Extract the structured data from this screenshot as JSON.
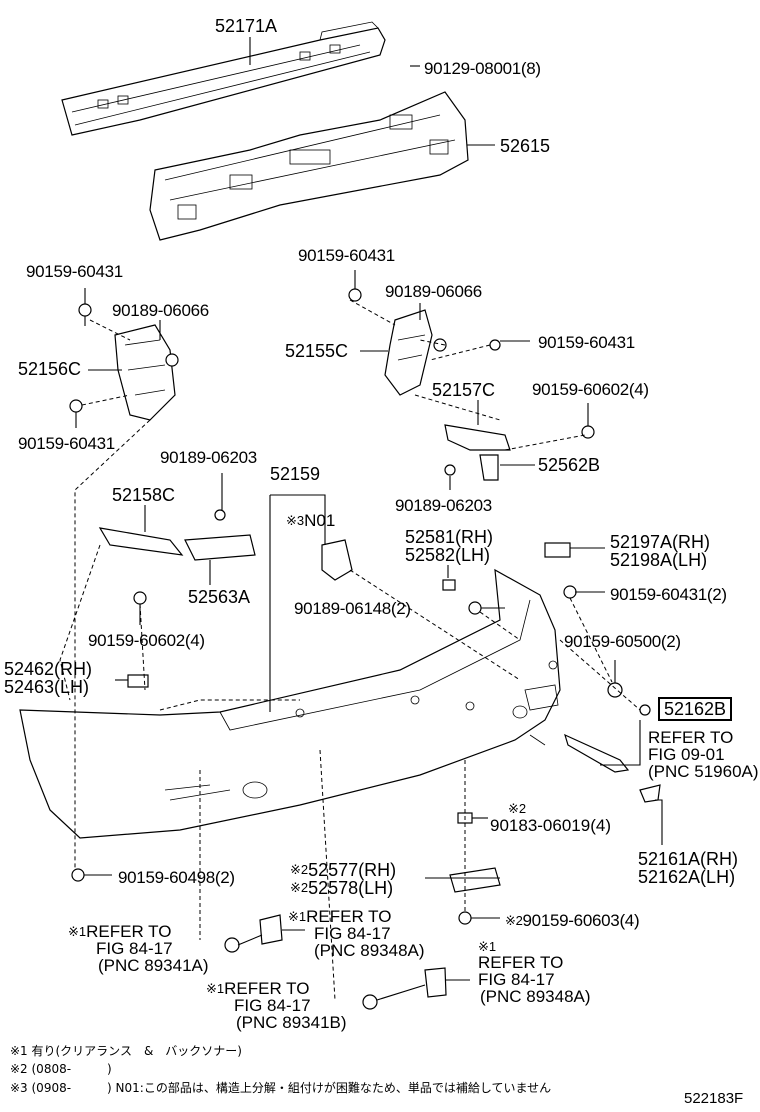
{
  "parts": {
    "p52171A": "52171A",
    "p90129": "90129-08001(8)",
    "p52615": "52615",
    "p90159_60431_a": "90159-60431",
    "p90189_06066_a": "90189-06066",
    "p52156C": "52156C",
    "p90159_60431_b": "90159-60431",
    "p90159_60431_c": "90159-60431",
    "p90189_06066_b": "90189-06066",
    "p52155C": "52155C",
    "p90159_60431_d": "90159-60431",
    "p52157C": "52157C",
    "p90159_60602_a": "90159-60602(4)",
    "p52562B": "52562B",
    "p90189_06203_a": "90189-06203",
    "p90189_06203_b": "90189-06203",
    "p52159": "52159",
    "pN01": "N01",
    "p52158C": "52158C",
    "p52581": "52581(RH)",
    "p52582": "52582(LH)",
    "p52197A": "52197A(RH)",
    "p52198A": "52198A(LH)",
    "p52563A": "52563A",
    "p90189_06148": "90189-06148(2)",
    "p90159_60431_e": "90159-60431(2)",
    "p90159_60602_b": "90159-60602(4)",
    "p52462": "52462(RH)",
    "p52463": "52463(LH)",
    "p90159_60500": "90159-60500(2)",
    "p52162B": "52162B",
    "p90183": "90183-06019(4)",
    "p52161A": "52161A(RH)",
    "p52162A": "52162A(LH)",
    "p90159_60498": "90159-60498(2)",
    "p52577": "52577(RH)",
    "p52578": "52578(LH)",
    "p90159_60603": "90159-60603(4)"
  },
  "marks": {
    "m1": "※1",
    "m2": "※2",
    "m3": "※3"
  },
  "refs": {
    "r1_line1": "REFER TO",
    "r1_line2": "FIG 09-01",
    "r1_pnc": "(PNC 51960A)",
    "r2_line1": "REFER TO",
    "r2_line2": "FIG 84-17",
    "r2_pnc": "(PNC 89341A)",
    "r3_line1": "REFER TO",
    "r3_line2": "FIG 84-17",
    "r3_pnc": "(PNC 89348A)",
    "r4_line1": "REFER TO",
    "r4_line2": "FIG 84-17",
    "r4_pnc": "(PNC 89341B)",
    "r5_line1": "REFER TO",
    "r5_line2": "FIG 84-17",
    "r5_pnc": "(PNC 89348A)"
  },
  "notes": {
    "n1": "※1 有り(クリアランス　&　バックソナー)",
    "n2": "※2 (0808-　　　)",
    "n3": "※3 (0908-　　　) N01:この部品は、構造上分解・組付けが困難なため、単品では補給していません"
  },
  "figure_id": "522183F"
}
